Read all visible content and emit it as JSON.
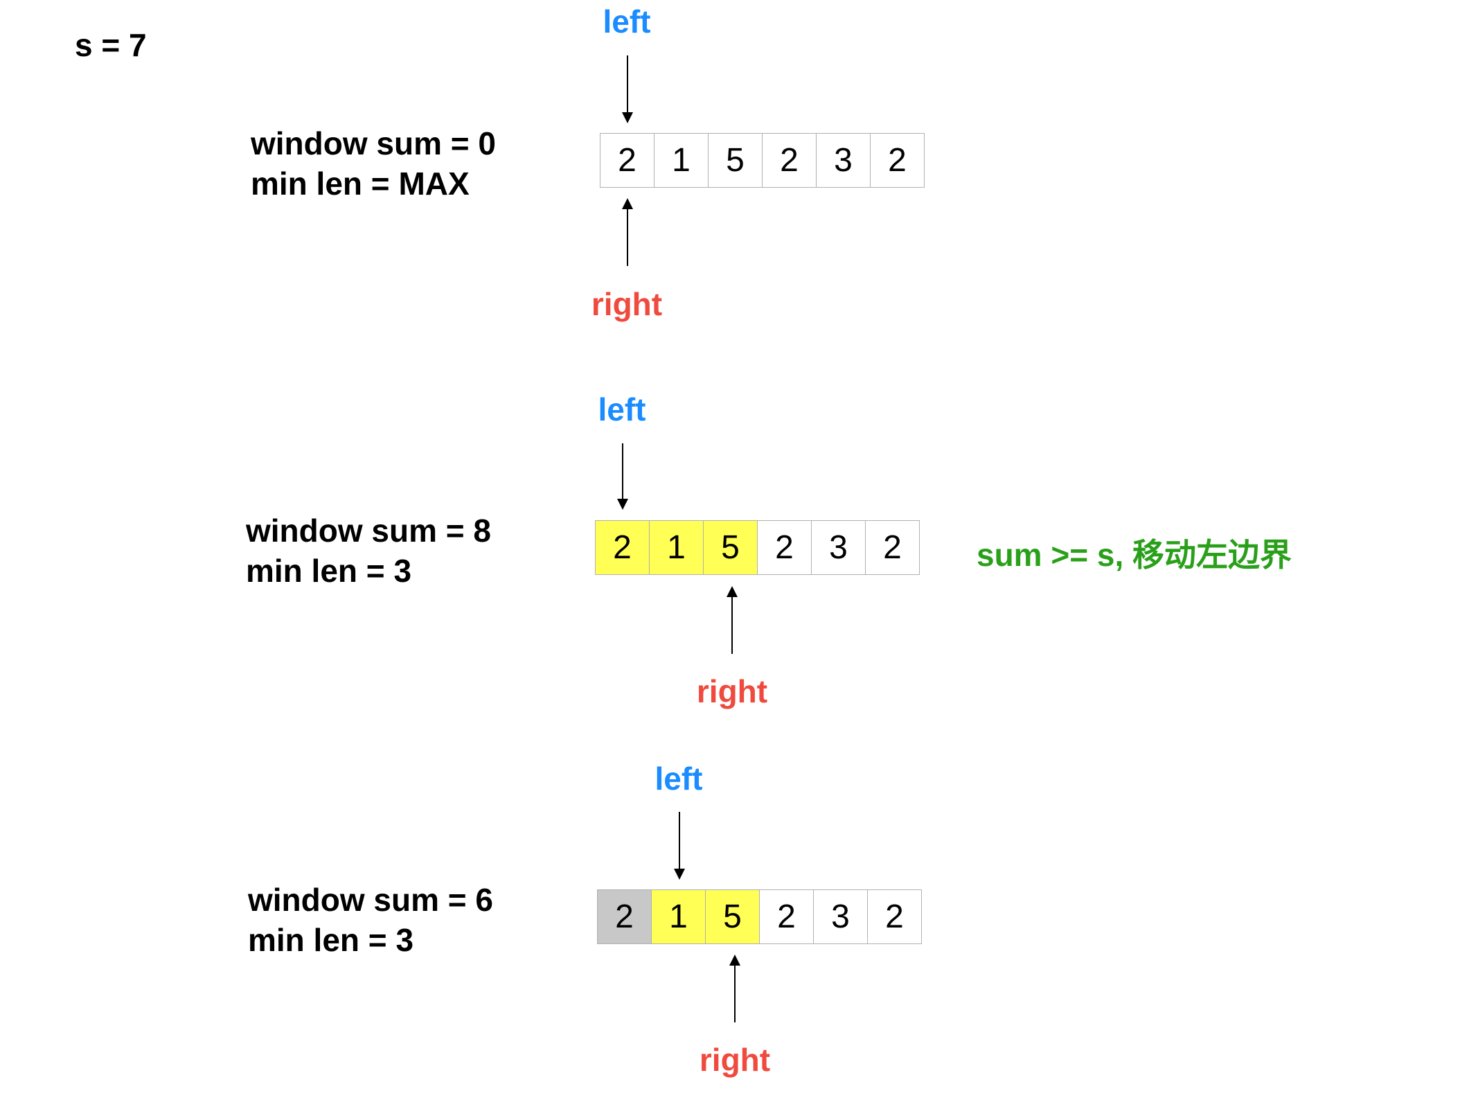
{
  "s_label": "s = 7",
  "array": [
    "2",
    "1",
    "5",
    "2",
    "3",
    "2"
  ],
  "steps": [
    {
      "window_sum": "window sum = 0",
      "min_len": "min len = MAX",
      "left_label": "left",
      "right_label": "right",
      "left_index": 0,
      "right_index": 0,
      "window": [],
      "removed": [],
      "note": ""
    },
    {
      "window_sum": "window sum = 8",
      "min_len": "min len = 3",
      "left_label": "left",
      "right_label": "right",
      "left_index": 0,
      "right_index": 2,
      "window": [
        0,
        1,
        2
      ],
      "removed": [],
      "note": "sum >= s, 移动左边界"
    },
    {
      "window_sum": "window sum = 6",
      "min_len": "min len = 3",
      "left_label": "left",
      "right_label": "right",
      "left_index": 1,
      "right_index": 2,
      "window": [
        1,
        2
      ],
      "removed": [
        0
      ],
      "note": ""
    }
  ],
  "colors": {
    "left": "#1a8cff",
    "right": "#f04a3e",
    "note": "#2aa01a",
    "window": "#ffff55",
    "removed": "#c8c8c8"
  }
}
